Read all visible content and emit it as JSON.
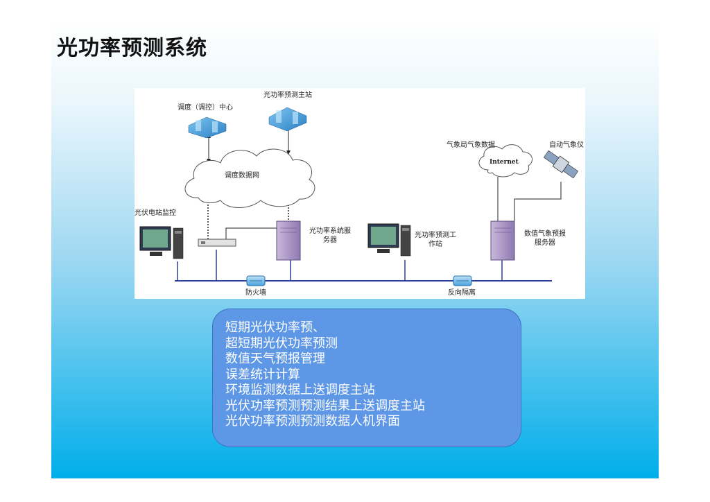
{
  "title": "光功率预测系统",
  "diagram": {
    "labels": {
      "dispatch_center": "调度（调控）中心",
      "forecast_master": "光功率预测主站",
      "dispatch_network": "调度数据网",
      "pv_monitor": "光伏电站监控",
      "system_server": "光功率系统服\n务器",
      "forecast_workstation": "光功率预测工\n作站",
      "weather_bureau": "气象局气象数据",
      "internet": "Internet",
      "auto_weather": "自动气象仪",
      "nwp_server": "数值气象预报\n服务器",
      "firewall": "防火墙",
      "reverse_isolation": "反向隔离"
    },
    "colors": {
      "bus_line": "#2a3f9c",
      "server": "#b09cc8",
      "firewall": "#6fb7e8",
      "building": "#3e9ad8"
    }
  },
  "features": [
    "短期光伏功率预、",
    "超短期光伏功率预测",
    "数值天气预报管理",
    "误差统计计算",
    "环境监测数据上送调度主站",
    "光伏功率预测预测结果上送调度主站",
    "光伏功率预测预测数据人机界面"
  ],
  "colors": {
    "feature_box": "#5d97e6",
    "background_bottom": "#00aeea"
  }
}
